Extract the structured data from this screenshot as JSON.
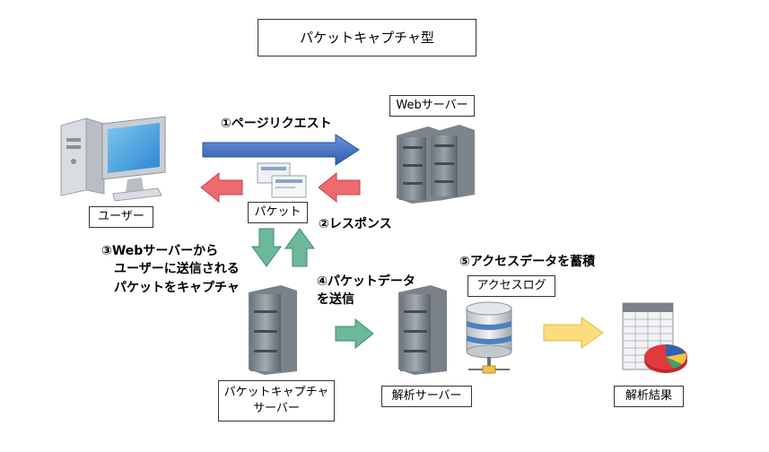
{
  "title": "パケットキャプチャ型",
  "nodes": {
    "user": "ユーザー",
    "web_server": "Webサーバー",
    "packet": "パケット",
    "capture_server": "パケットキャプチャ\nサーバー",
    "analysis_server": "解析サーバー",
    "access_log": "アクセスログ",
    "result": "解析結果"
  },
  "steps": {
    "step1": "①ページリクエスト",
    "step2": "②レスポンス",
    "step3": "③Webサーバーから\n　ユーザーに送信される\n　パケットをキャプチャ",
    "step4": "④パケットデータ\nを送信",
    "step5": "⑤アクセスデータを蓄積"
  },
  "colors": {
    "blue_arrow": "#3f6fc4",
    "red_arrow": "#e8595f",
    "green_arrow": "#5aab8c",
    "yellow_arrow": "#fbd66a"
  }
}
